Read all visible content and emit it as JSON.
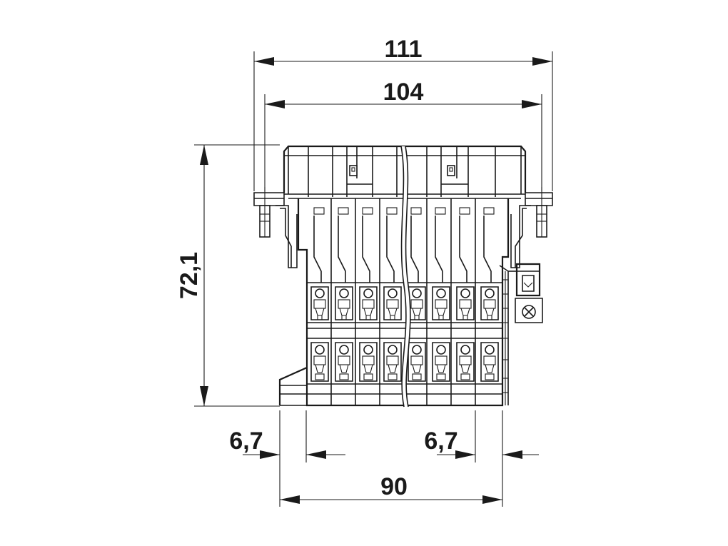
{
  "dimensions": {
    "overall_width": "111",
    "inner_width": "104",
    "height": "72,1",
    "left_offset": "6,7",
    "right_offset": "6,7",
    "base_width": "90"
  }
}
